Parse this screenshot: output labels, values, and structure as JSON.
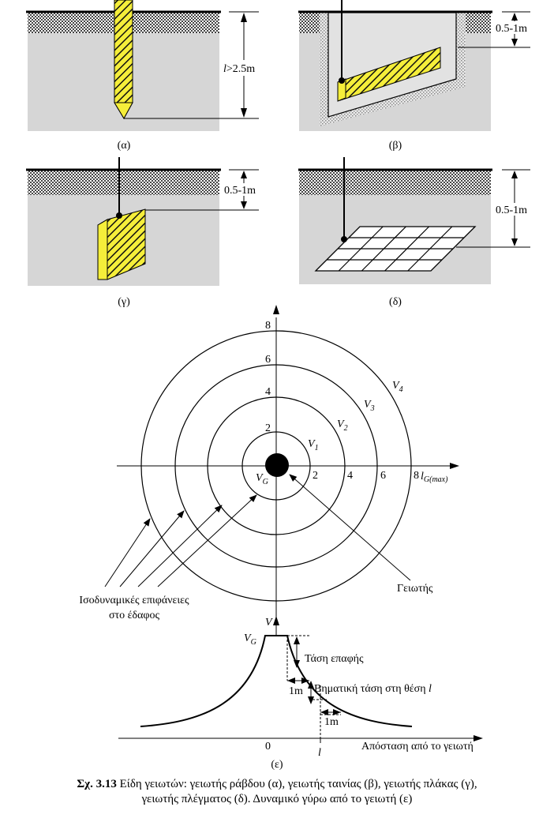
{
  "panels": {
    "a": {
      "label": "(α)",
      "depth_label": "l",
      "depth_value": ">2.5m"
    },
    "b": {
      "label": "(β)",
      "depth_label": "0.5-1m"
    },
    "c": {
      "label": "(γ)",
      "depth_label": "0.5-1m"
    },
    "d": {
      "label": "(δ)",
      "depth_label": "0.5-1m"
    }
  },
  "potential_plot": {
    "ticks": [
      "2",
      "4",
      "6",
      "8"
    ],
    "axis_label_main": "l",
    "axis_label_sub": "G(max)",
    "curve_labels": [
      {
        "base": "V",
        "sub": "1"
      },
      {
        "base": "V",
        "sub": "2"
      },
      {
        "base": "V",
        "sub": "3"
      },
      {
        "base": "V",
        "sub": "4"
      }
    ],
    "center_label": {
      "base": "V",
      "sub": "G"
    },
    "annotation_electrode": "Γειωτής",
    "annotation_surfaces_line1": "Ισοδυναμικές επιφάνειες",
    "annotation_surfaces_line2": "στο έδαφος"
  },
  "profile_plot": {
    "y_axis_label": "V",
    "vg_label": {
      "base": "V",
      "sub": "G"
    },
    "touch_voltage": "Τάση επαφής",
    "one_meter_1": "1m",
    "step_voltage_prefix": "Βηματική τάση στη θέση ",
    "step_voltage_pos": "l",
    "one_meter_2": "1m",
    "origin_label": "0",
    "l_label": "l",
    "x_axis_label": "Απόσταση από το γειωτή",
    "panel_label": "(ε)"
  },
  "caption": {
    "number": "Σχ. 3.13",
    "line1": " Είδη γειωτών: γειωτής ράβδου (α), γειωτής ταινίας (β), γειωτής πλάκας (γ),",
    "line2": "γειωτής πλέγματος (δ). Δυναμικό γύρω από το γειωτή (ε)"
  }
}
